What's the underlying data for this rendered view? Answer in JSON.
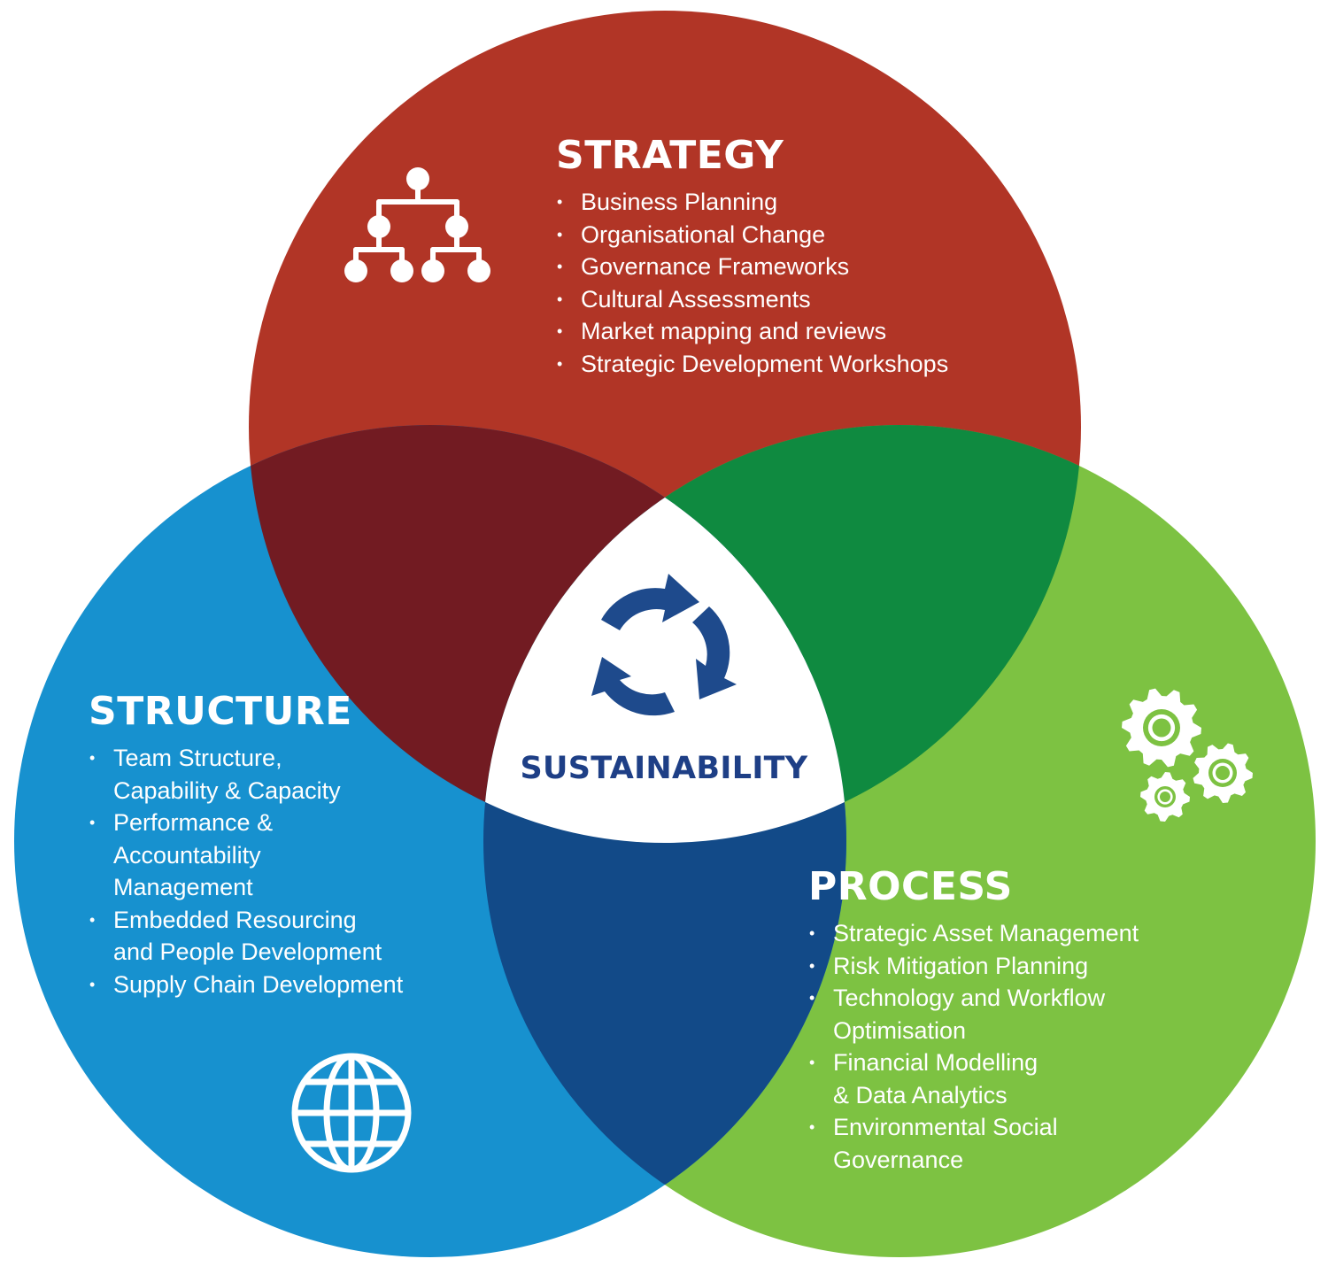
{
  "colors": {
    "strategy": "#b13526",
    "strategy_dark": "#721b22",
    "structure": "#1791cf",
    "structure_dark": "#124a88",
    "process": "#7dc242",
    "process_dark": "#0f8a40",
    "center": "#ffffff",
    "center_text": "#1e3f86"
  },
  "center": {
    "title": "SUSTAINABILITY",
    "icon": "recycle-arrows-icon"
  },
  "strategy": {
    "title": "STRATEGY",
    "icon": "org-chart-icon",
    "items": [
      [
        "Business Planning"
      ],
      [
        "Organisational Change"
      ],
      [
        "Governance Frameworks"
      ],
      [
        "Cultural Assessments"
      ],
      [
        "Market mapping and reviews"
      ],
      [
        "Strategic Development Workshops"
      ]
    ]
  },
  "structure": {
    "title": "STRUCTURE",
    "icon": "globe-icon",
    "items": [
      [
        "Team Structure,",
        "Capability & Capacity"
      ],
      [
        "Performance &",
        "Accountability",
        "Management"
      ],
      [
        "Embedded Resourcing",
        "and People Development"
      ],
      [
        "Supply Chain Development"
      ]
    ]
  },
  "process": {
    "title": "PROCESS",
    "icon": "gears-icon",
    "items": [
      [
        "Strategic Asset Management"
      ],
      [
        "Risk Mitigation Planning"
      ],
      [
        "Technology and Workflow",
        "Optimisation"
      ],
      [
        "Financial Modelling",
        "& Data Analytics"
      ],
      [
        "Environmental Social",
        "Governance"
      ]
    ]
  }
}
